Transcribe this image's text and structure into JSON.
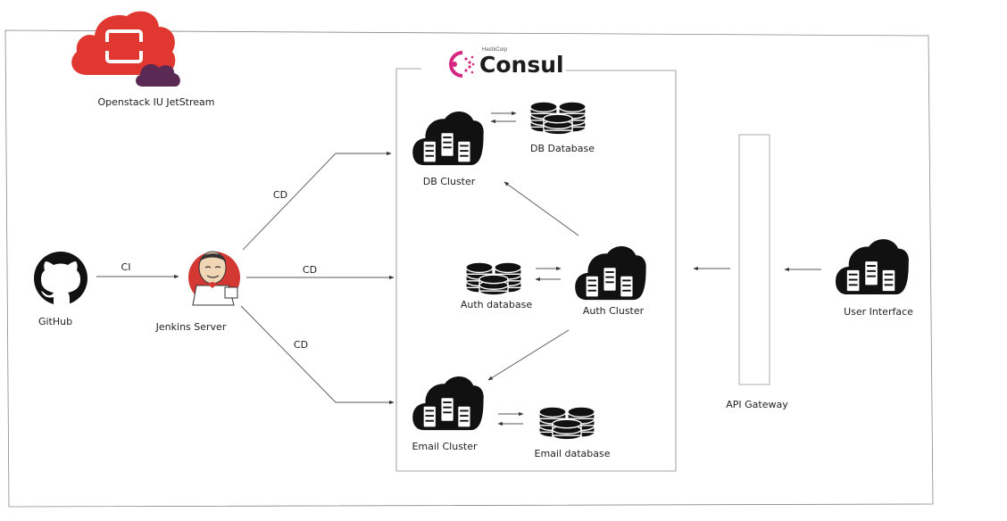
{
  "nodes": {
    "openstack": {
      "label": "Openstack IU JetStream",
      "icon": "openstack-cloud-logo",
      "color": "#e03030"
    },
    "consul": {
      "brand": "Consul",
      "tagline": "HashiCorp",
      "icon": "consul-logo",
      "color": "#d62783"
    },
    "github": {
      "label": "GitHub",
      "icon": "github-icon"
    },
    "jenkins": {
      "label": "Jenkins Server",
      "icon": "jenkins-icon"
    },
    "db_cluster": {
      "label": "DB Cluster",
      "icon": "server-cloud-icon"
    },
    "db_database": {
      "label": "DB Database",
      "icon": "database-icon"
    },
    "auth_database": {
      "label": "Auth database",
      "icon": "database-icon"
    },
    "auth_cluster": {
      "label": "Auth  Cluster",
      "icon": "server-cloud-icon"
    },
    "email_cluster": {
      "label": "Email Cluster",
      "icon": "server-cloud-icon"
    },
    "email_database": {
      "label": "Email database",
      "icon": "database-icon"
    },
    "api_gateway": {
      "label": "API Gateway"
    },
    "user_interface": {
      "label": "User Interface",
      "icon": "server-cloud-icon"
    }
  },
  "edges": {
    "ci": "CI",
    "cd_db": "CD",
    "cd_auth": "CD",
    "cd_email": "CD"
  }
}
